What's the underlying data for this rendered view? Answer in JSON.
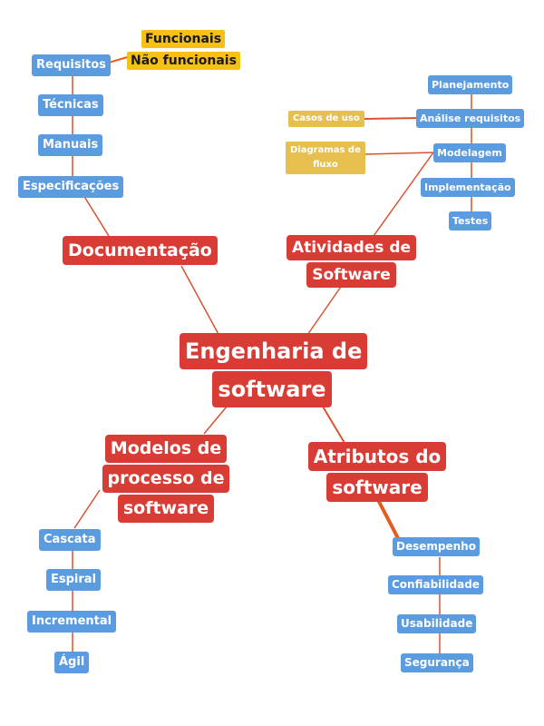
{
  "colors": {
    "central": "#d93b35",
    "topic": "#d93b35",
    "leaf": "#5b9be0",
    "highlight": "#f5c116",
    "note": "#e6bf4f",
    "edge_red": "#d9532f",
    "edge_orange": "#e65c1f"
  },
  "central": {
    "lines": [
      "Engenharia de",
      "software"
    ]
  },
  "topics": {
    "documentacao": {
      "lines": [
        "Documentação"
      ]
    },
    "atividades": {
      "lines": [
        "Atividades de",
        "Software"
      ]
    },
    "modelos": {
      "lines": [
        "Modelos de",
        "processo de",
        "software"
      ]
    },
    "atributos": {
      "lines": [
        "Atributos do",
        "software"
      ]
    }
  },
  "documentacao_items": [
    "Requisitos",
    "Técnicas",
    "Manuais",
    "Especificações"
  ],
  "requisitos_subitems": [
    "Funcionais",
    "Não funcionais"
  ],
  "atividades_items": [
    "Planejamento",
    "Análise requisitos",
    "Modelagem",
    "Implementação",
    "Testes"
  ],
  "analise_notes": [
    "Casos de uso"
  ],
  "modelagem_notes": [
    {
      "lines": [
        "Diagramas de",
        "fluxo"
      ]
    }
  ],
  "modelos_items": [
    "Cascata",
    "Espiral",
    "Incremental",
    "Ágil"
  ],
  "atributos_items": [
    "Desempenho",
    "Confiabilidade",
    "Usabilidade",
    "Segurança"
  ]
}
